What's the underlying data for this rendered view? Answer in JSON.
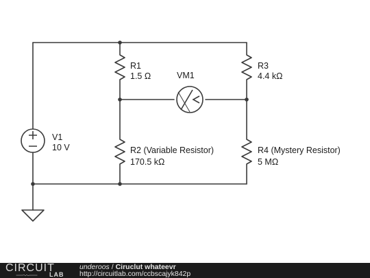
{
  "components": {
    "v1": {
      "name": "V1",
      "value": "10 V"
    },
    "r1": {
      "name": "R1",
      "value": "1.5 Ω"
    },
    "r2": {
      "name": "R2 (Variable Resistor)",
      "value": "170.5 kΩ"
    },
    "r3": {
      "name": "R3",
      "value": "4.4 kΩ"
    },
    "r4": {
      "name": "R4 (Mystery Resistor)",
      "value": "5 MΩ"
    },
    "vm1": {
      "name": "VM1"
    }
  },
  "footer": {
    "logo_top": "CIRCUIT",
    "logo_bottom": "LAB",
    "author": "underoos",
    "separator": " / ",
    "title": "Ciruclut whateevr",
    "url": "http://circuitlab.com/ccbscajyk842p"
  }
}
